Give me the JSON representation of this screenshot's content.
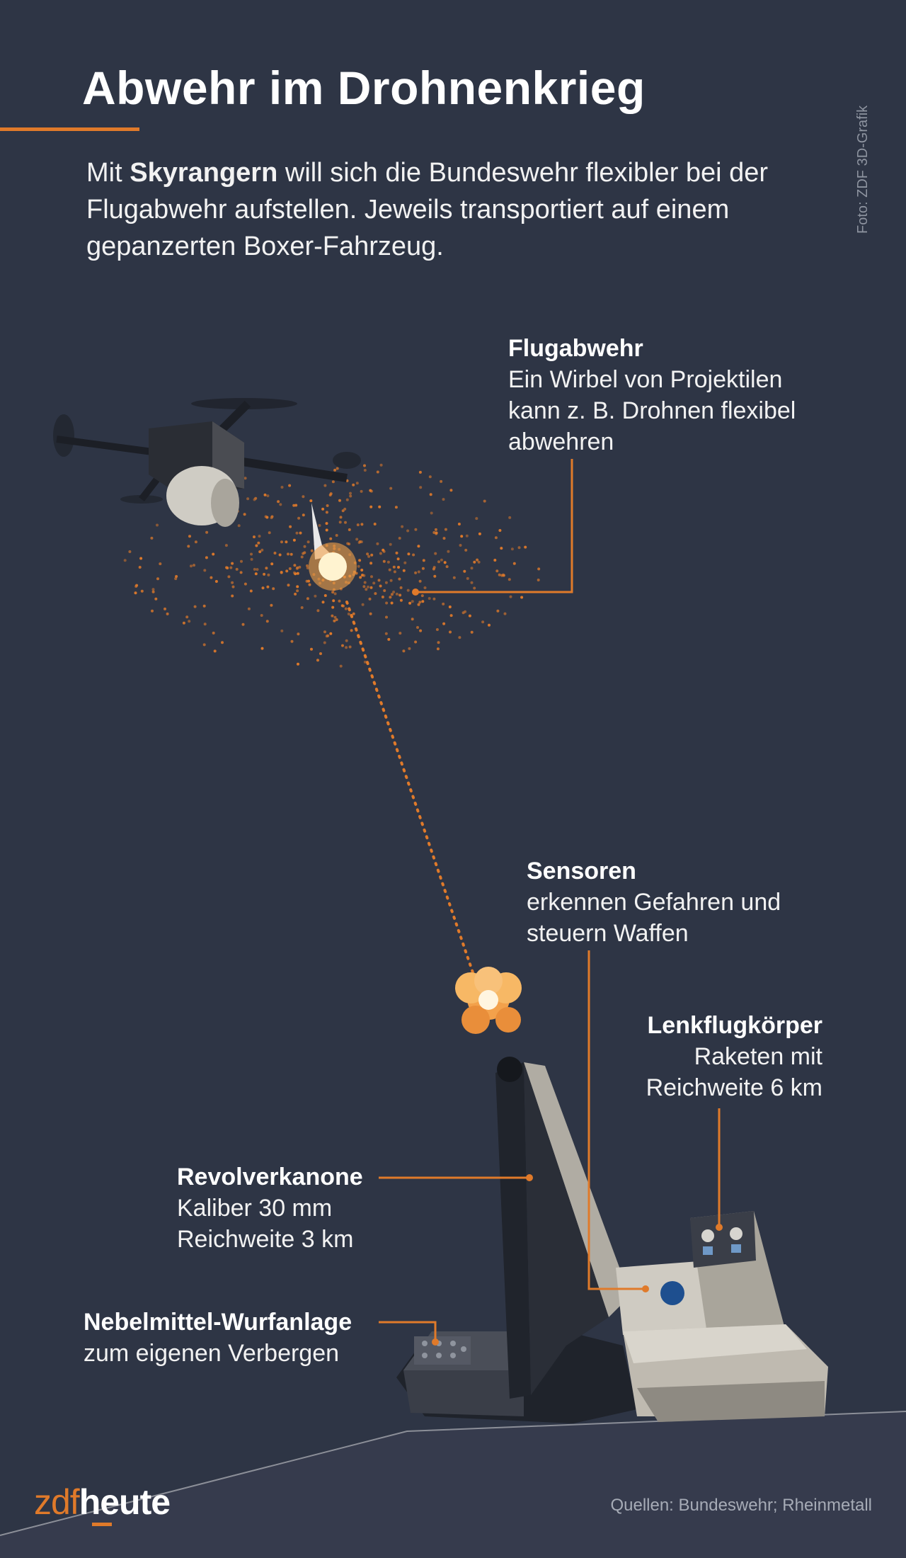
{
  "header": {
    "title": "Abwehr im Drohnenkrieg",
    "intro_pre": "Mit ",
    "intro_bold": "Skyrangern",
    "intro_post": " will sich die Bundeswehr flexibler bei der Flugabwehr aufstellen. Jeweils transportiert auf einem gepanzerten Boxer-Fahrzeug.",
    "photo_credit": "Foto: ZDF 3D-Grafik"
  },
  "labels": {
    "flugabwehr": {
      "title": "Flugabwehr",
      "line1": "Ein Wirbel von Projektilen",
      "line2": "kann z. B. Drohnen flexibel",
      "line3": "abwehren"
    },
    "sensoren": {
      "title": "Sensoren",
      "line1": "erkennen Gefahren und",
      "line2": "steuern Waffen"
    },
    "lenkflugkoerper": {
      "title": "Lenkflugkörper",
      "line1": "Raketen mit",
      "line2": "Reichweite 6 km"
    },
    "revolverkanone": {
      "title": "Revolverkanone",
      "line1": "Kaliber 30 mm",
      "line2": "Reichweite 3 km"
    },
    "nebelmittel": {
      "title": "Nebelmittel-Wurfanlage",
      "line1": "zum eigenen Verbergen"
    }
  },
  "footer": {
    "logo_zdf": "zdf",
    "logo_heute": "heute",
    "sources": "Quellen: Bundeswehr; Rheinmetall"
  },
  "colors": {
    "background": "#2e3545",
    "accent": "#e07a2a"
  }
}
